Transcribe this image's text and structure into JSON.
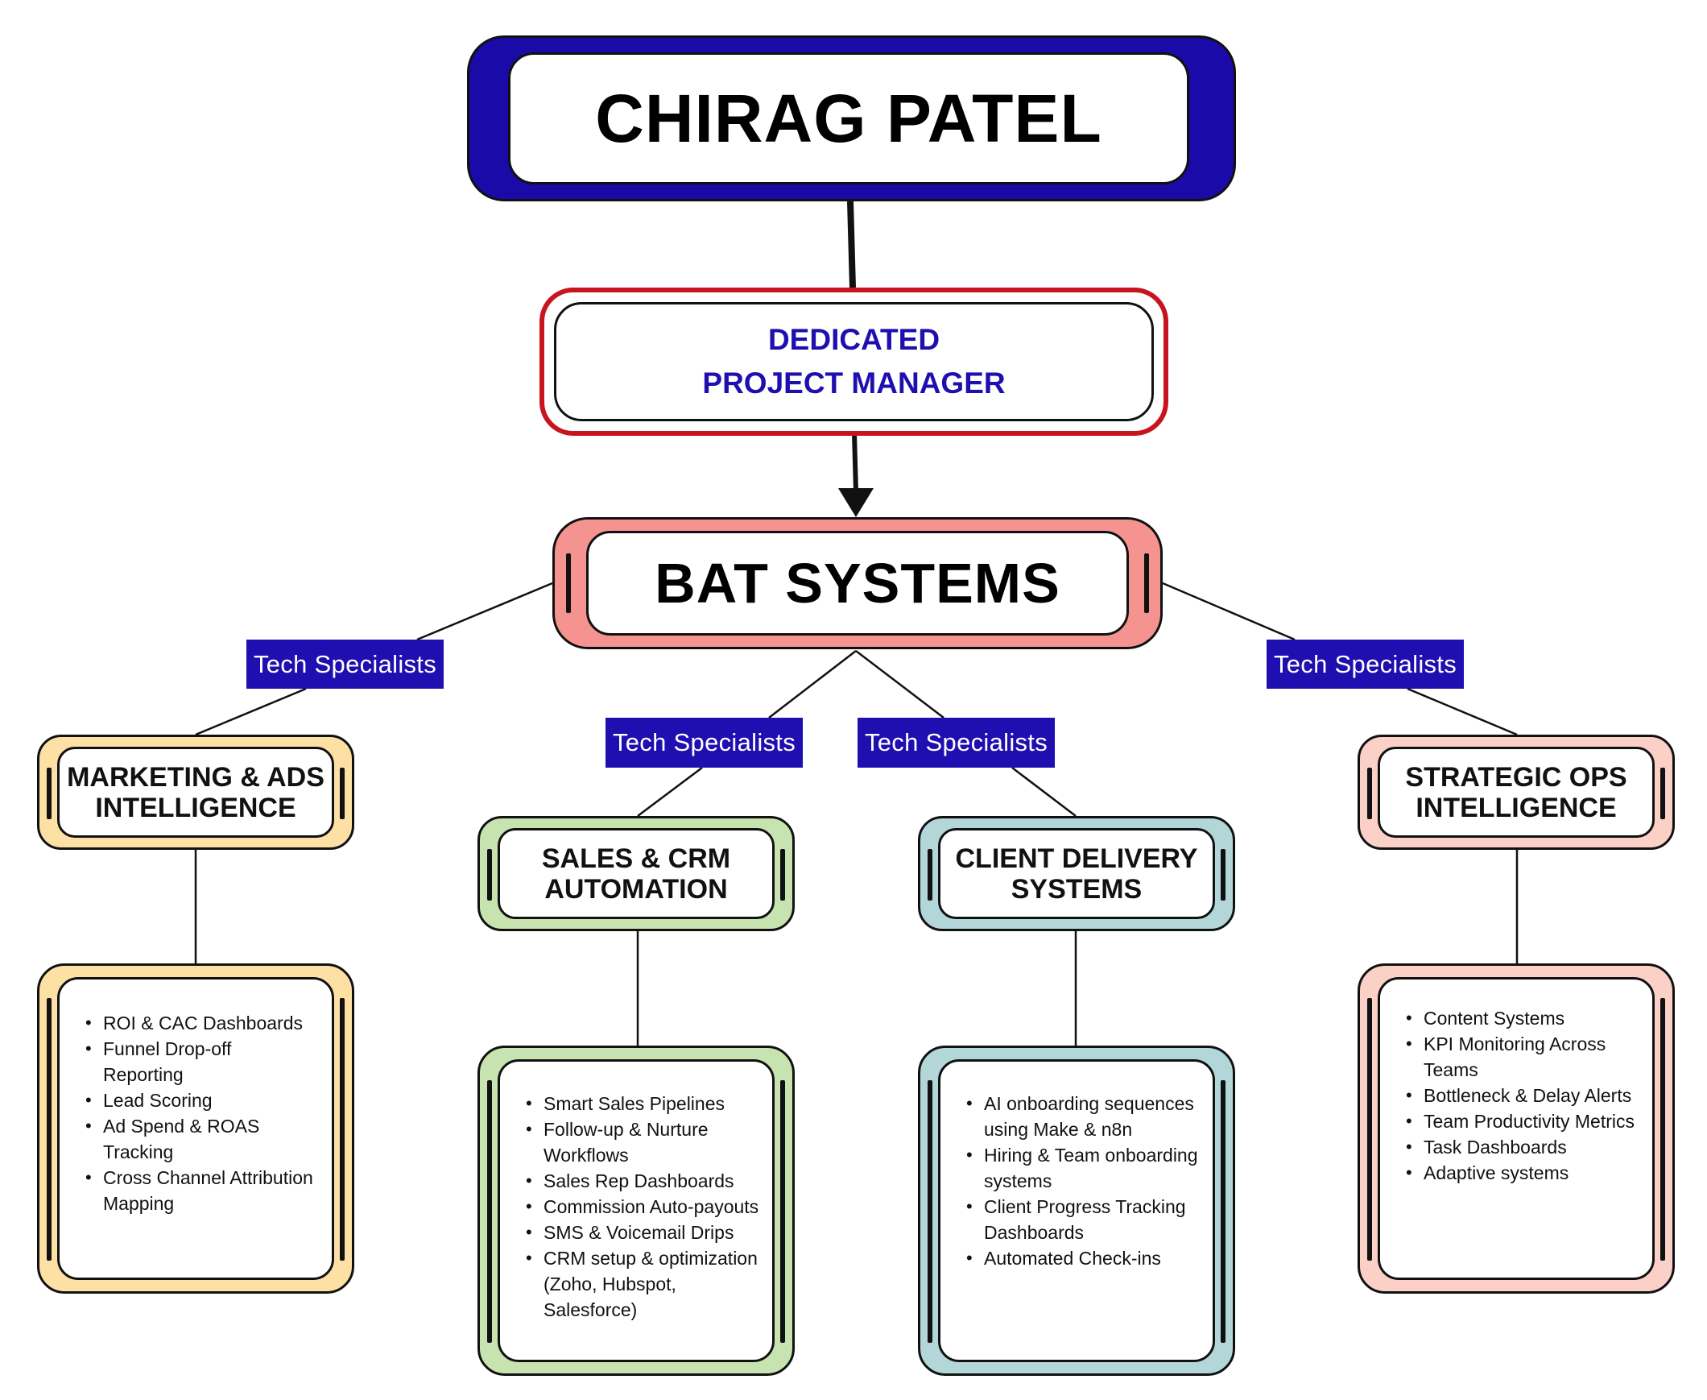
{
  "diagram": {
    "top": {
      "name": "CHIRAG PATEL",
      "color": "#1a0aa8"
    },
    "manager": {
      "line1": "DEDICATED",
      "line2": "PROJECT MANAGER",
      "border_color": "#c8141c",
      "text_color": "#1f0fb0"
    },
    "hub": {
      "name": "BAT SYSTEMS",
      "color": "#f59391"
    },
    "tag_label": "Tech Specialists",
    "tag_color": "#1f0fb0",
    "categories": [
      {
        "title": "MARKETING & ADS\nINTELLIGENCE",
        "color": "#fde0a4",
        "items": [
          "ROI & CAC Dashboards",
          "Funnel Drop-off Reporting",
          "Lead Scoring",
          "Ad Spend & ROAS Tracking",
          "Cross Channel Attribution Mapping"
        ]
      },
      {
        "title": "SALES & CRM\nAUTOMATION",
        "color": "#c7e4b0",
        "items": [
          "Smart Sales Pipelines",
          "Follow-up & Nurture Workflows",
          "Sales Rep Dashboards",
          "Commission Auto-payouts",
          "SMS & Voicemail Drips",
          "CRM setup & optimization (Zoho, Hubspot, Salesforce)"
        ]
      },
      {
        "title": "CLIENT DELIVERY\nSYSTEMS",
        "color": "#b3d6d9",
        "items": [
          "AI onboarding sequences using Make & n8n",
          "Hiring & Team onboarding systems",
          "Client Progress Tracking Dashboards",
          "Automated Check-ins"
        ]
      },
      {
        "title": "STRATEGIC OPS\nINTELLIGENCE",
        "color": "#fbd0c6",
        "items": [
          "Content Systems",
          "KPI Monitoring Across Teams",
          "Bottleneck & Delay Alerts",
          "Team Productivity Metrics",
          "Task Dashboards",
          "Adaptive systems"
        ]
      }
    ]
  }
}
